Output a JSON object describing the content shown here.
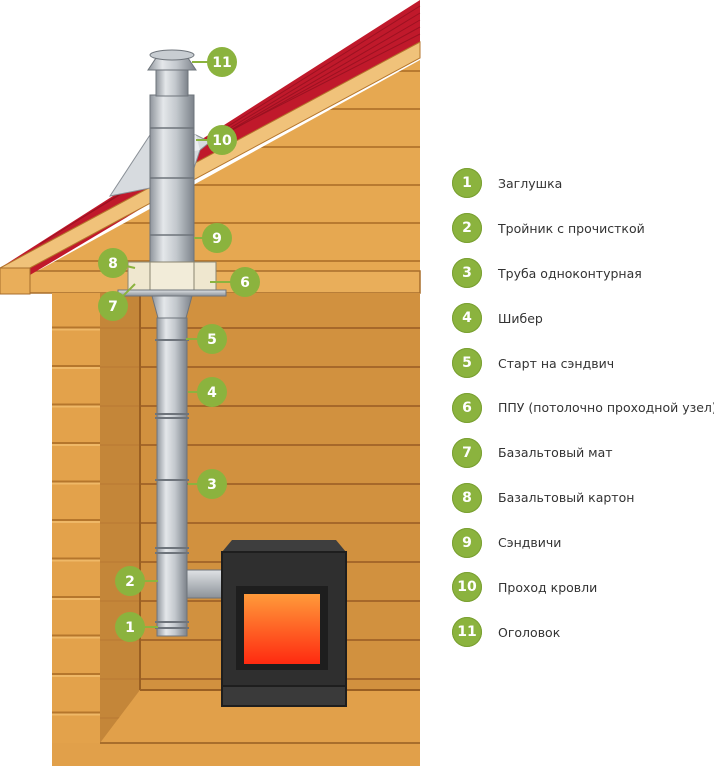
{
  "colors": {
    "badge": "#8bb33e",
    "wood": "#e0a04a",
    "roof": "#c0192b",
    "steel": "#b9bec4",
    "fire": "#ff5a1e"
  },
  "callouts": [
    {
      "number": "11",
      "label": "Оголовок"
    },
    {
      "number": "10",
      "label": "Проход кровли"
    },
    {
      "number": "9",
      "label": "Сэндвичи"
    },
    {
      "number": "8",
      "label": "Базальтовый картон"
    },
    {
      "number": "7",
      "label": "Базальтовый мат"
    },
    {
      "number": "6",
      "label": "ППУ (потолочно проходной узел)"
    },
    {
      "number": "5",
      "label": "Старт на сэндвич"
    },
    {
      "number": "4",
      "label": "Шибер"
    },
    {
      "number": "3",
      "label": "Труба одноконтурная"
    },
    {
      "number": "2",
      "label": "Тройник с прочисткой"
    },
    {
      "number": "1",
      "label": "Заглушка"
    }
  ],
  "legend": [
    {
      "number": "1",
      "label": "Заглушка"
    },
    {
      "number": "2",
      "label": "Тройник с прочисткой"
    },
    {
      "number": "3",
      "label": "Труба одноконтурная"
    },
    {
      "number": "4",
      "label": "Шибер"
    },
    {
      "number": "5",
      "label": "Старт на сэндвич"
    },
    {
      "number": "6",
      "label": "ППУ (потолочно проходной узел)"
    },
    {
      "number": "7",
      "label": "Базальтовый мат"
    },
    {
      "number": "8",
      "label": "Базальтовый картон"
    },
    {
      "number": "9",
      "label": "Сэндвичи"
    },
    {
      "number": "10",
      "label": "Проход кровли"
    },
    {
      "number": "11",
      "label": "Оголовок"
    }
  ]
}
